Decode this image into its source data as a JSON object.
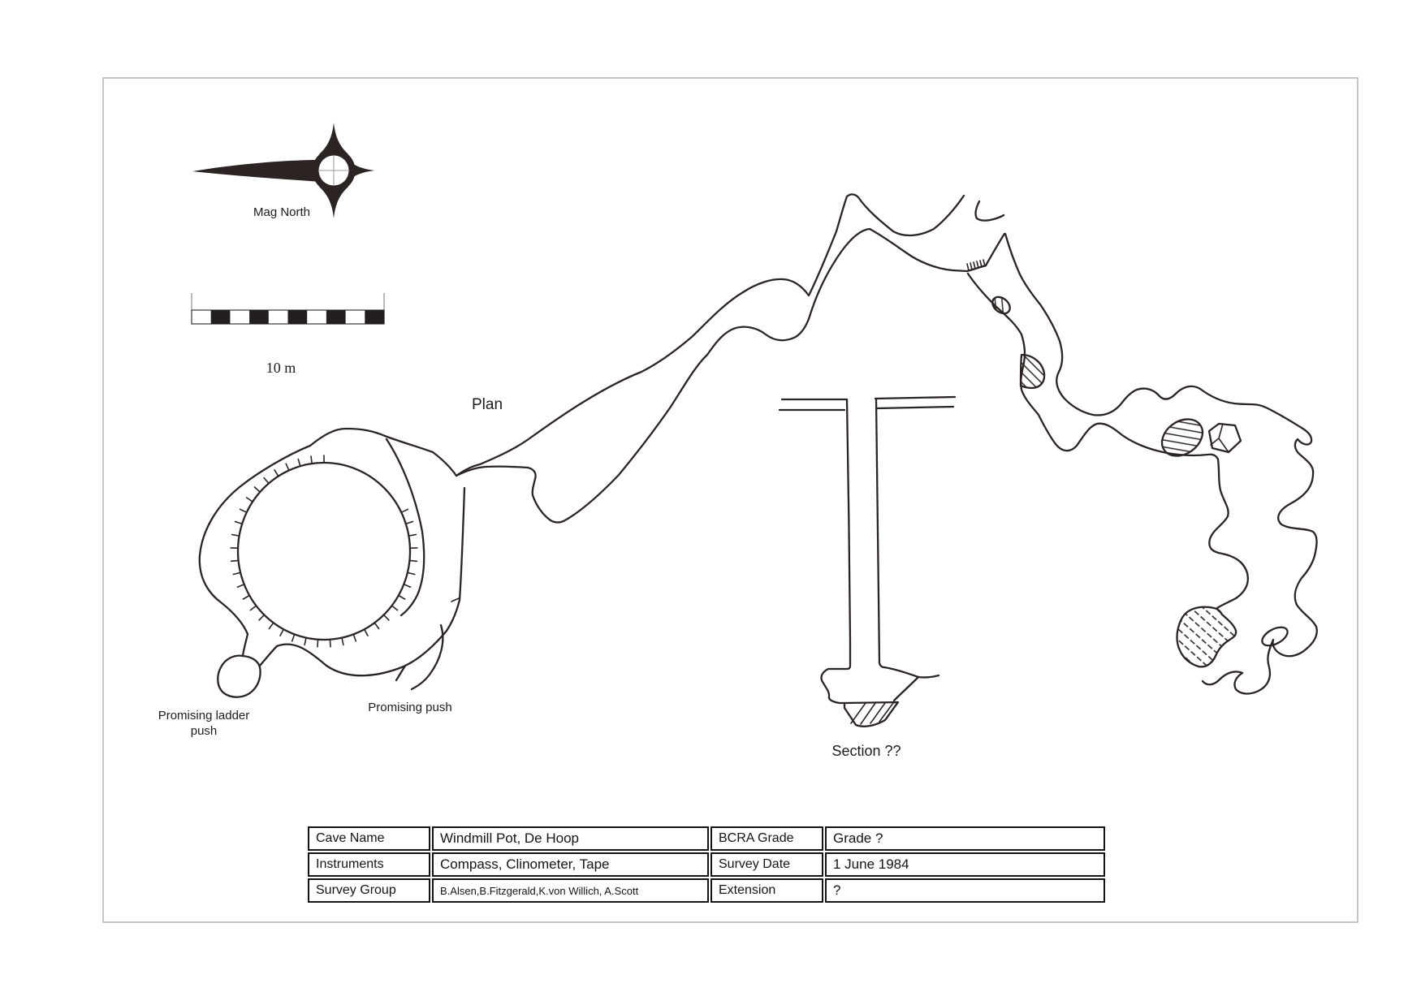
{
  "page": {
    "background": "#ffffff",
    "frame_color": "#a9a9a9",
    "ink_color": "#2b2423"
  },
  "map": {
    "north_label": "Mag North",
    "scale_label": "10 m",
    "plan_label": "Plan",
    "section_label": "Section ??",
    "annotations": {
      "promising_ladder_line1": "Promising ladder",
      "promising_ladder_line2": "push",
      "promising_push": "Promising push"
    },
    "icons": [
      "compass-rose-icon",
      "scale-bar-icon",
      "pitch-tick-marks",
      "boulder-hatched",
      "boulder-choke-hatched"
    ]
  },
  "info_table": {
    "rows": [
      {
        "label": "Cave Name",
        "value": "Windmill Pot, De Hoop",
        "label2": "BCRA Grade",
        "value2": "Grade ?"
      },
      {
        "label": "Instruments",
        "value": "Compass, Clinometer, Tape",
        "label2": "Survey Date",
        "value2": "1 June 1984"
      },
      {
        "label": "Survey Group",
        "value": "B.Alsen,B.Fitzgerald,K.von Willich, A.Scott",
        "label2": "Extension",
        "value2": "?"
      }
    ]
  }
}
